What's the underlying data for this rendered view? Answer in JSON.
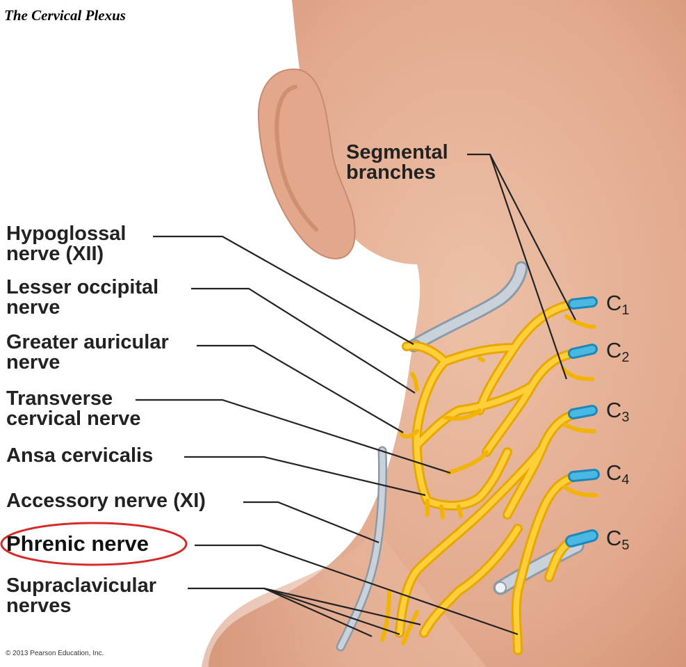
{
  "title": "The Cervical Plexus",
  "labels": {
    "hypoglossal": [
      "Hypoglossal",
      "nerve (XII)"
    ],
    "lesser_occipital": [
      "Lesser occipital",
      "nerve"
    ],
    "greater_auricular": [
      "Greater auricular",
      "nerve"
    ],
    "transverse_cervical": [
      "Transverse",
      "cervical nerve"
    ],
    "ansa_cervicalis": [
      "Ansa cervicalis"
    ],
    "accessory": [
      "Accessory nerve (XI)"
    ],
    "phrenic": [
      "Phrenic nerve"
    ],
    "supraclavicular": [
      "Supraclavicular",
      "nerves"
    ],
    "segmental": [
      "Segmental",
      "branches"
    ]
  },
  "roots": [
    {
      "letter": "C",
      "num": "1"
    },
    {
      "letter": "C",
      "num": "2"
    },
    {
      "letter": "C",
      "num": "3"
    },
    {
      "letter": "C",
      "num": "4"
    },
    {
      "letter": "C",
      "num": "5"
    }
  ],
  "copyright": "© 2013 Pearson Education, Inc.",
  "colors": {
    "skin": "#e8b49a",
    "nerve": "#f5b800",
    "nerve_light": "#ffd966",
    "root_blue": "#33a6d6",
    "vessel": "#b7c3cd",
    "highlight_ring": "#d42a2a"
  }
}
